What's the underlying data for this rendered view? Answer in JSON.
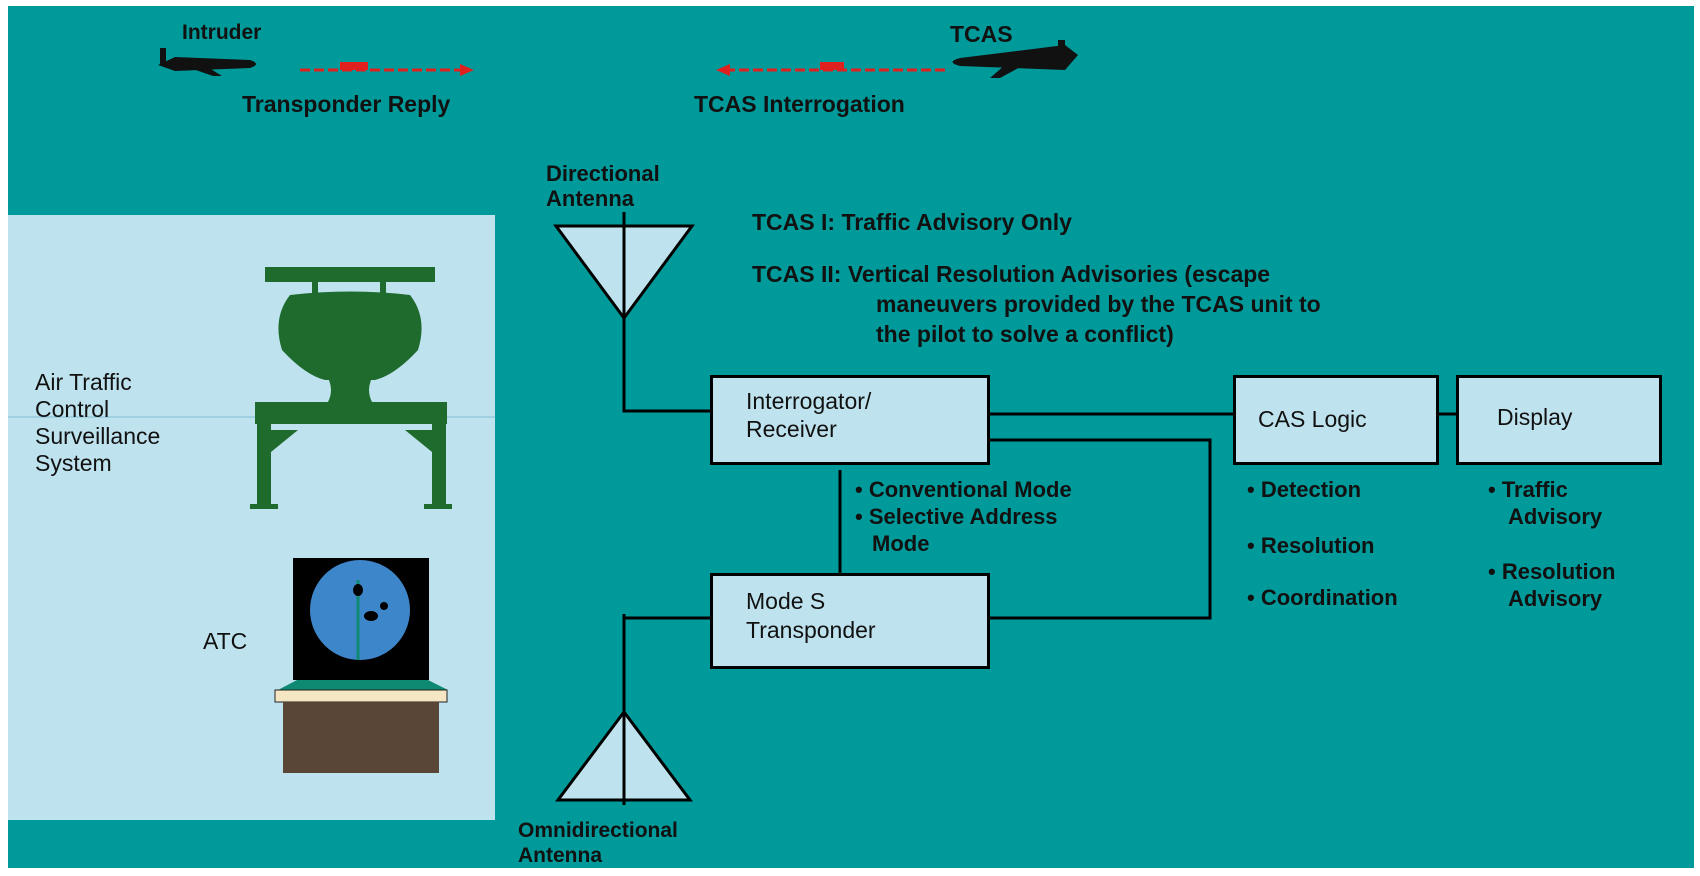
{
  "diagram": {
    "title_intruder": "Intruder",
    "title_tcas": "TCAS",
    "transponder_reply": "Transponder Reply",
    "tcas_interrogation": "TCAS Interrogation",
    "directional_antenna": [
      "Directional",
      "Antenna"
    ],
    "omnidirectional_antenna": [
      "Omnidirectional",
      "Antenna"
    ],
    "tcas_i": "TCAS I:  Traffic Advisory Only",
    "tcas_ii": [
      "TCAS II: Vertical Resolution Advisories (escape",
      "maneuvers provided by the TCAS unit to",
      "the pilot to solve a conflict)"
    ],
    "atc_system_label": [
      "Air Traffic",
      "Control",
      "Surveillance",
      "System"
    ],
    "atc_label": "ATC",
    "interrogator_box": [
      "Interrogator/",
      "Receiver"
    ],
    "transponder_box": [
      "Mode S",
      "Transponder"
    ],
    "cas_logic_box": "CAS Logic",
    "display_box": "Display",
    "modes": [
      "• Conventional Mode",
      "• Selective Address",
      "Mode"
    ],
    "cas_functions": [
      "• Detection",
      "• Resolution",
      "• Coordination"
    ],
    "display_functions": [
      "• Traffic",
      "Advisory",
      "• Resolution",
      "Advisory"
    ]
  },
  "colors": {
    "background": "#009a9a",
    "panel": "#bfe3ee",
    "radar_green": "#1f6b2e",
    "signal_red": "#e0201e",
    "scope_blue": "#3d86c9",
    "brown": "#5a4636"
  }
}
